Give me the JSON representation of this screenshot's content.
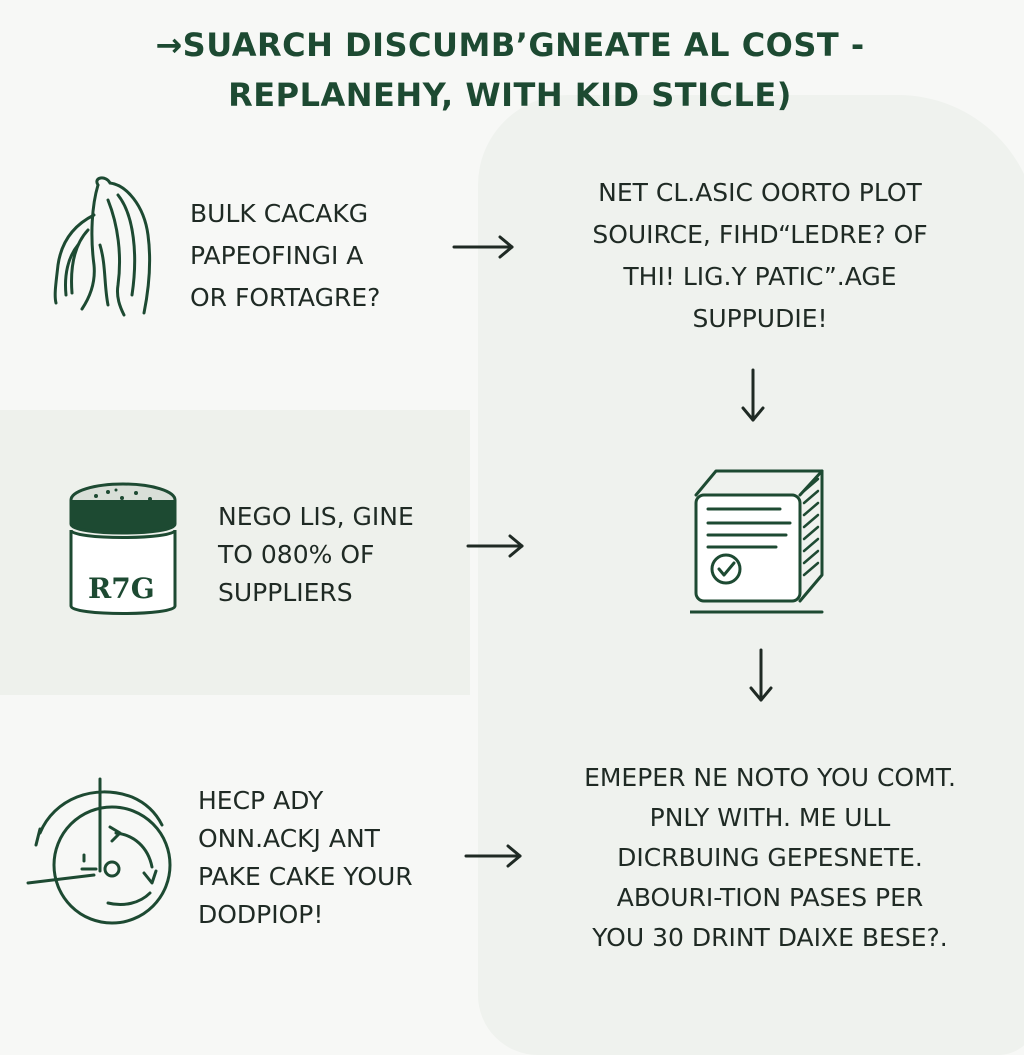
{
  "title": {
    "line1": "→SUARCH DISCUMB’GNEATE AL COST -",
    "line2": "REPLANEHY, WITH KID STICLE)"
  },
  "steps": {
    "bulk": [
      "BULK CACAKG",
      "PAPEOFINGI A",
      "OR FORTAGRE?"
    ],
    "source": [
      "NET CL.ASIC OORTO PLOT",
      "SOUIRCE, FIHD“LEDRE? OF",
      "THI! LIG.Y PATIC”.AGE",
      "SUPPUDIE!"
    ],
    "nego": [
      "NEGO LIS, GINE",
      "TO 080% OF",
      "SUPPLIERS"
    ],
    "hecp": [
      "HECP ADY",
      "ONN.ACKJ ANT",
      "PAKE CAKE YOUR",
      "DODPIOP!"
    ],
    "emeper": [
      "EMEPER NE NOTO YOU COMT.",
      "PNLY WITH. ME ULL",
      "DICRBUING GEPESNETE.",
      "ABOURI-TION PASES PER",
      "YOU 30 DRINT DAIXE BESE?."
    ]
  },
  "jar_label": "R7G",
  "colors": {
    "primary": "#1d4a32",
    "text": "#1f2a24",
    "background": "#f7f8f6",
    "panel": "#eef1ec"
  },
  "icons": [
    "hair-icon",
    "jar-icon",
    "document-box-icon",
    "cycle-clock-icon"
  ]
}
